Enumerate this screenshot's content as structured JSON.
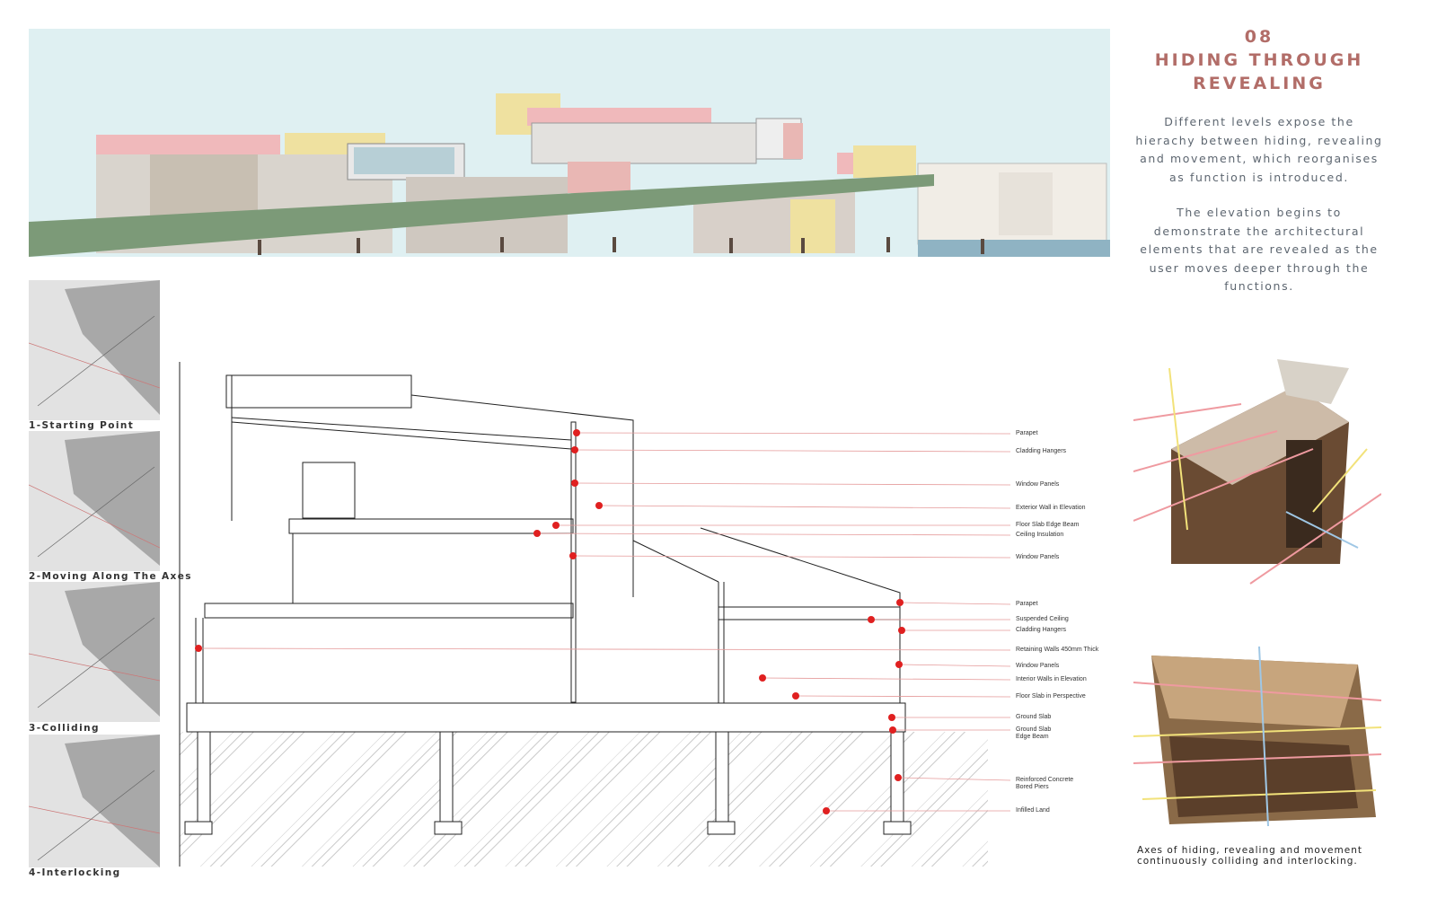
{
  "header": {
    "number": "08",
    "title_line1": "HIDING THROUGH",
    "title_line2": "REVEALING"
  },
  "description": {
    "paragraph1": "Different levels expose the hierachy between hiding, revealing and movement, which reorganises as function is introduced.",
    "paragraph2": "The elevation begins to demonstrate the architectural elements that are revealed as the user moves deeper through the functions."
  },
  "sequence": [
    {
      "label": "1-Starting Point"
    },
    {
      "label": "2-Moving Along The Axes"
    },
    {
      "label": "3-Colliding"
    },
    {
      "label": "4-Interlocking"
    }
  ],
  "section_labels": [
    {
      "text": "Parapet"
    },
    {
      "text": "Cladding Hangers"
    },
    {
      "text": "Window Panels"
    },
    {
      "text": "Exterior Wall in Elevation"
    },
    {
      "text": "Floor Slab Edge Beam"
    },
    {
      "text": "Ceiling Insulation"
    },
    {
      "text": "Window Panels"
    },
    {
      "text": "Parapet"
    },
    {
      "text": "Suspended Ceiling"
    },
    {
      "text": "Cladding Hangers"
    },
    {
      "text": "Retaining Walls 450mm Thick"
    },
    {
      "text": "Window Panels"
    },
    {
      "text": "Interior Walls in Elevation"
    },
    {
      "text": "Floor Slab in Perspective"
    },
    {
      "text": "Ground Slab"
    },
    {
      "text": "Ground Slab\nEdge Beam"
    },
    {
      "text": "Reinforced Concrete\nBored Piers"
    },
    {
      "text": "Infilled Land"
    }
  ],
  "caption": {
    "line1": "Axes of hiding, revealing and movement",
    "line2": "continuously colliding and interlocking."
  },
  "colors": {
    "title": "#b26d68",
    "marker": "#e02020",
    "leader": "#e59a9a",
    "sky": "#dff0f2",
    "ramp": "#7c9a78",
    "pink": "#f0b9bb",
    "yellow": "#efe1a0"
  }
}
